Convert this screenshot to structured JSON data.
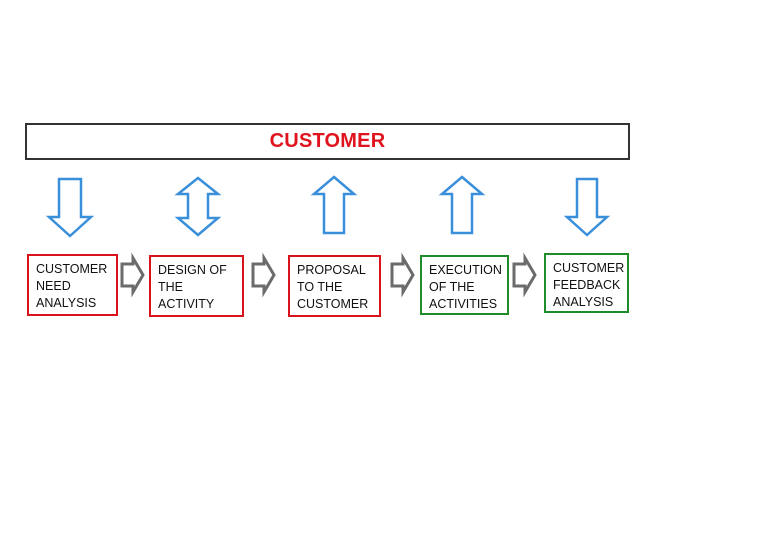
{
  "header": {
    "title": "CUSTOMER"
  },
  "steps": [
    {
      "lines": [
        "CUSTOMER",
        "NEED",
        "ANALYSIS"
      ],
      "color": "#d9121b",
      "link": "down"
    },
    {
      "lines": [
        "DESIGN OF",
        "THE",
        "ACTIVITY"
      ],
      "color": "#d9121b",
      "link": "both"
    },
    {
      "lines": [
        "PROPOSAL",
        "TO THE",
        "CUSTOMER"
      ],
      "color": "#d9121b",
      "link": "up"
    },
    {
      "lines": [
        "EXECUTION",
        "OF THE",
        "ACTIVITIES"
      ],
      "color": "#1e8c2a",
      "link": "up"
    },
    {
      "lines": [
        "CUSTOMER",
        "FEEDBACK",
        "ANALYSIS"
      ],
      "color": "#1e8c2a",
      "link": "down"
    }
  ],
  "colors": {
    "title": "#e0141e",
    "link_arrow": "#3a8fdb",
    "flow_arrow": "#6b6b6b"
  }
}
